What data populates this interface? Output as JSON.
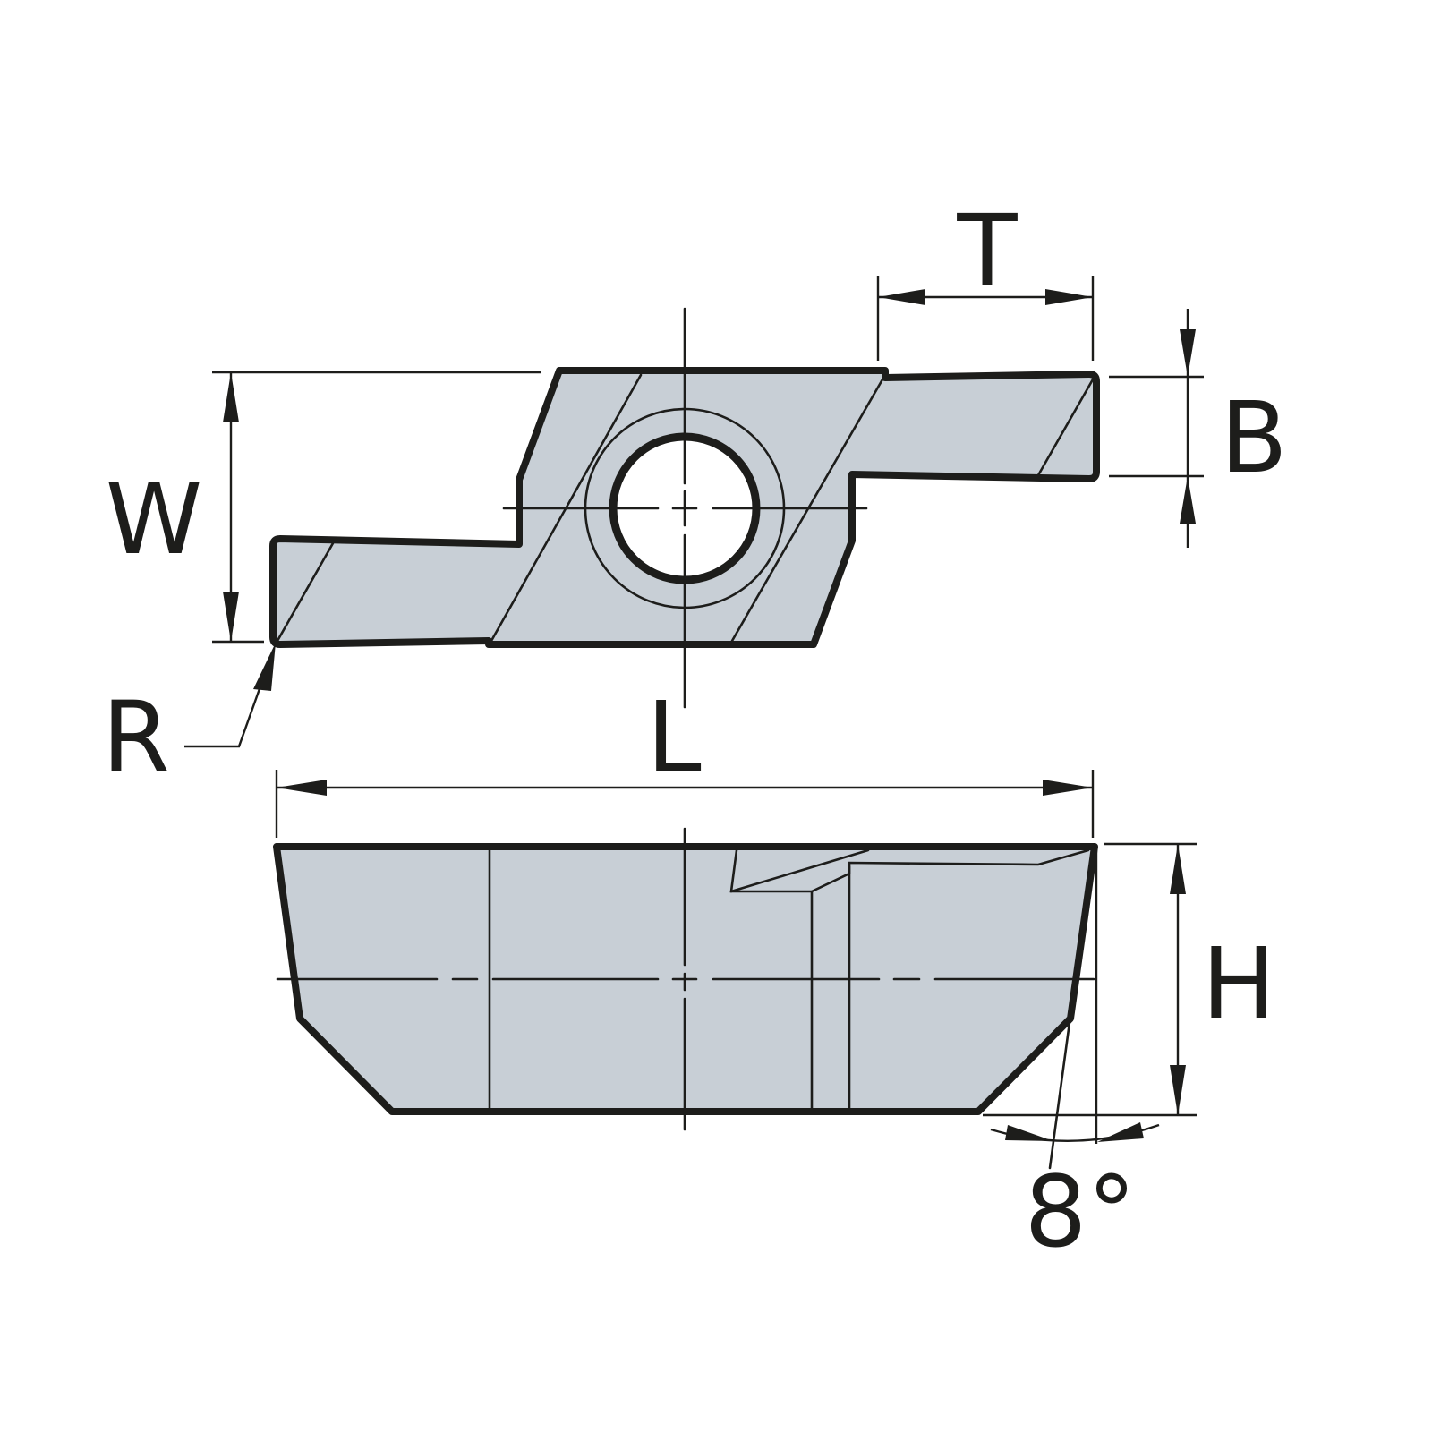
{
  "colors": {
    "body_fill": "#c8cfd6",
    "line": "#1d1d1b",
    "background": "#ffffff"
  },
  "labels": {
    "T": "T",
    "B": "B",
    "W": "W",
    "R": "R",
    "L": "L",
    "H": "H",
    "angle": "8°"
  }
}
